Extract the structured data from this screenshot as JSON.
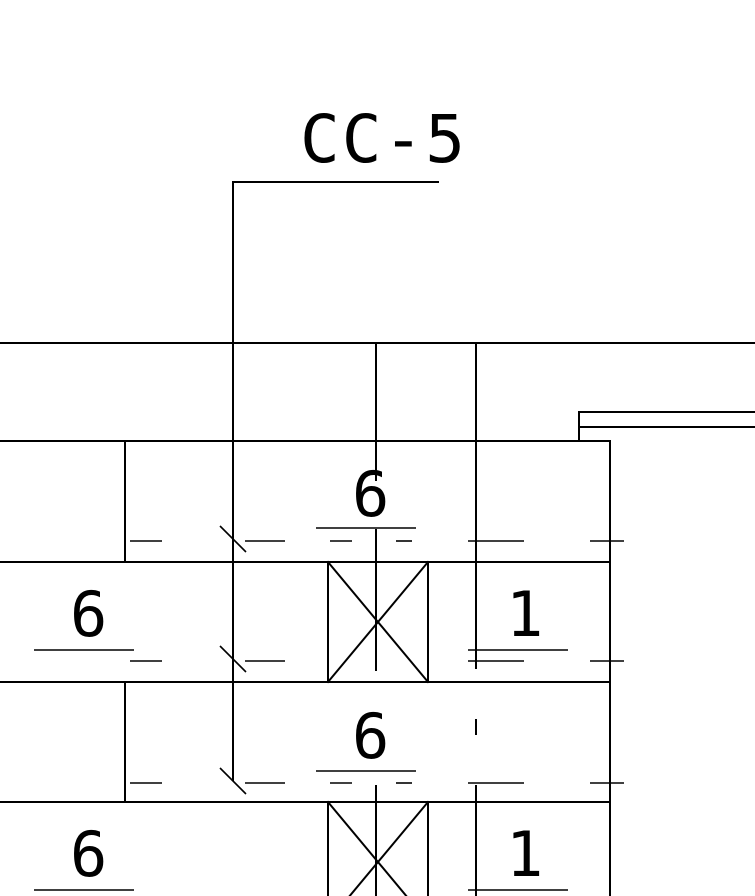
{
  "drawing": {
    "callout_label": "CC-5",
    "cells": {
      "upper_center": "6",
      "left_row_a": "6",
      "right_row_a": "1",
      "lower_center": "6",
      "left_row_b": "6",
      "right_row_b": "1"
    },
    "colors": {
      "line": "#000000",
      "background": "#ffffff"
    }
  }
}
